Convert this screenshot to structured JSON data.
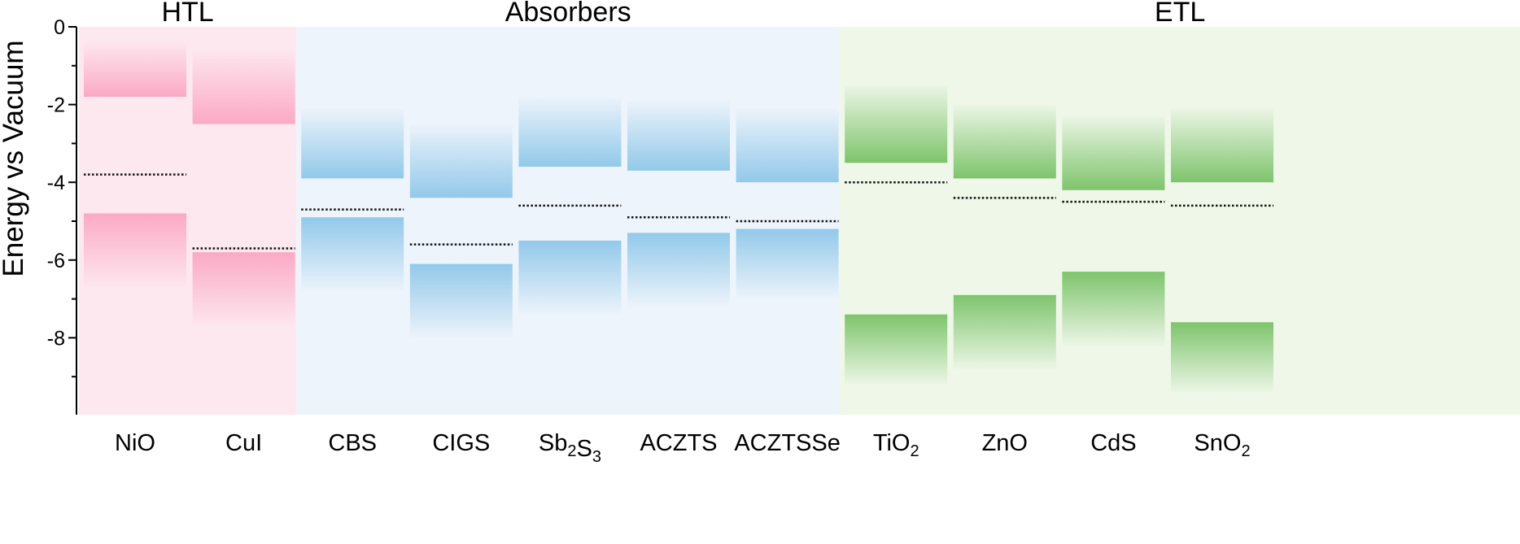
{
  "chart_data": {
    "type": "energy-band-diagram",
    "ylabel": "Energy vs Vacuum",
    "ylim": [
      -10,
      0
    ],
    "yticks": [
      "0",
      "-2",
      "-4",
      "-6",
      "-8"
    ],
    "grid": false,
    "colors": {
      "HTL": "#fba9c4",
      "Absorbers": "#92c9ea",
      "ETL": "#7ec46c",
      "HTL_bg": "#fde8ef",
      "Absorbers_bg": "#eef4fb",
      "ETL_bg": "#eef7e8"
    },
    "groups": [
      {
        "name": "HTL",
        "key": "HTL",
        "materials": [
          0,
          1
        ]
      },
      {
        "name": "Absorbers",
        "key": "Absorbers",
        "materials": [
          2,
          3,
          4,
          5,
          6
        ]
      },
      {
        "name": "ETL",
        "key": "ETL",
        "materials": [
          7,
          8,
          9,
          10
        ]
      }
    ],
    "materials": [
      {
        "name": "NiO",
        "cb_top": -0.4,
        "cb": -1.8,
        "fermi": -3.8,
        "vb": -4.8,
        "vb_bottom": -6.7
      },
      {
        "name": "CuI",
        "cb_top": -0.6,
        "cb": -2.5,
        "fermi": -5.7,
        "vb": -5.8,
        "vb_bottom": -7.7
      },
      {
        "name": "CBS",
        "cb_top": -2.1,
        "cb": -3.9,
        "fermi": -4.7,
        "vb": -4.9,
        "vb_bottom": -6.8
      },
      {
        "name": "CIGS",
        "cb_top": -2.5,
        "cb": -4.4,
        "fermi": -5.6,
        "vb": -6.1,
        "vb_bottom": -8.0
      },
      {
        "name": "Sb2S3",
        "cb_top": -1.8,
        "cb": -3.6,
        "fermi": -4.6,
        "vb": -5.5,
        "vb_bottom": -7.4
      },
      {
        "name": "ACZTS",
        "cb_top": -1.9,
        "cb": -3.7,
        "fermi": -4.9,
        "vb": -5.3,
        "vb_bottom": -7.2
      },
      {
        "name": "ACZTSSe",
        "cb_top": -2.1,
        "cb": -4.0,
        "fermi": -5.0,
        "vb": -5.2,
        "vb_bottom": -7.0
      },
      {
        "name": "TiO2",
        "cb_top": -1.5,
        "cb": -3.5,
        "fermi": -4.0,
        "vb": -7.4,
        "vb_bottom": -9.2
      },
      {
        "name": "ZnO",
        "cb_top": -2.0,
        "cb": -3.9,
        "fermi": -4.4,
        "vb": -6.9,
        "vb_bottom": -8.8
      },
      {
        "name": "CdS",
        "cb_top": -2.3,
        "cb": -4.2,
        "fermi": -4.5,
        "vb": -6.3,
        "vb_bottom": -8.2
      },
      {
        "name": "SnO2",
        "cb_top": -2.1,
        "cb": -4.0,
        "fermi": -4.6,
        "vb": -7.6,
        "vb_bottom": -9.4
      }
    ],
    "material_labels": [
      {
        "base": "NiO",
        "sub1": "",
        "mid": "",
        "sub2": ""
      },
      {
        "base": "CuI",
        "sub1": "",
        "mid": "",
        "sub2": ""
      },
      {
        "base": "CBS",
        "sub1": "",
        "mid": "",
        "sub2": ""
      },
      {
        "base": "CIGS",
        "sub1": "",
        "mid": "",
        "sub2": ""
      },
      {
        "base": "Sb",
        "sub1": "2",
        "mid": "S",
        "sub2": "3"
      },
      {
        "base": "ACZTS",
        "sub1": "",
        "mid": "",
        "sub2": ""
      },
      {
        "base": "ACZTSSe",
        "sub1": "",
        "mid": "",
        "sub2": ""
      },
      {
        "base": "TiO",
        "sub1": "2",
        "mid": "",
        "sub2": ""
      },
      {
        "base": "ZnO",
        "sub1": "",
        "mid": "",
        "sub2": ""
      },
      {
        "base": "CdS",
        "sub1": "",
        "mid": "",
        "sub2": ""
      },
      {
        "base": "SnO",
        "sub1": "2",
        "mid": "",
        "sub2": ""
      }
    ]
  }
}
